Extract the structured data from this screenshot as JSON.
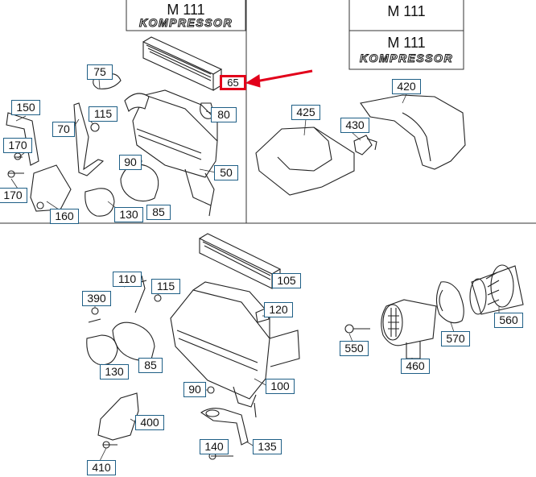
{
  "engine_labels": {
    "panel_a_title": "M 111",
    "panel_a_sub": "KOMPRESSOR",
    "panel_b_title": "M 111",
    "panel_c_title": "M 111",
    "panel_c_sub": "KOMPRESSOR"
  },
  "part_numbers": {
    "p65": "65",
    "p75": "75",
    "p80": "80",
    "p150": "150",
    "p115a": "115",
    "p70": "70",
    "p170a": "170",
    "p170b": "170",
    "p90a": "90",
    "p50": "50",
    "p160": "160",
    "p130a": "130",
    "p85a": "85",
    "p425": "425",
    "p420": "420",
    "p430": "430",
    "p105": "105",
    "p110": "110",
    "p115b": "115",
    "p390": "390",
    "p120": "120",
    "p130b": "130",
    "p85b": "85",
    "p90b": "90",
    "p100": "100",
    "p400": "400",
    "p410": "410",
    "p140": "140",
    "p135": "135",
    "p550": "550",
    "p460": "460",
    "p570": "570",
    "p560": "560"
  },
  "colors": {
    "highlight": "#e2001a",
    "label_border": "#1f5f86",
    "line": "#222222"
  }
}
